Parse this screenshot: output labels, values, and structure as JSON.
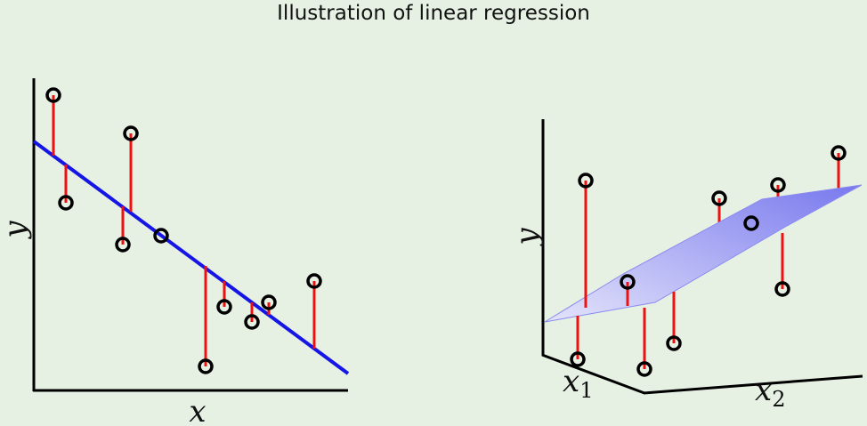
{
  "title": "Illustration of linear regression",
  "colors": {
    "background": "#e6f1e4",
    "regression_line": "#1515e6",
    "residual": "#ee1111",
    "point_edge": "#000000",
    "plane": "#9c9cf2"
  },
  "left_plot": {
    "xlabel": "x",
    "ylabel": "y"
  },
  "right_plot": {
    "ylabel": "y",
    "x1_label": "x",
    "x1_sub": "1",
    "x2_label": "x",
    "x2_sub": "2"
  }
}
